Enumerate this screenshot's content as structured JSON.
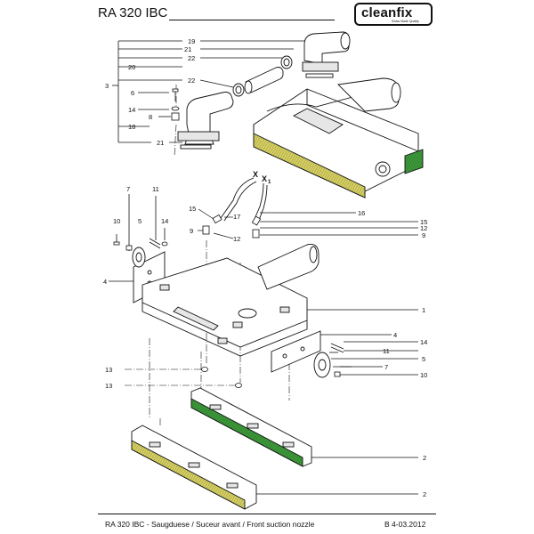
{
  "header": {
    "title": "RA 320 IBC",
    "logo_text": "cleanfix",
    "logo_sub": "Swiss Made Quality"
  },
  "footer": {
    "left": "RA 320 IBC - Saugduese / Suceur avant / Front suction nozzle",
    "right": "B 4-03.2012"
  },
  "callouts": {
    "c19": "19",
    "c21a": "21",
    "c22a": "22",
    "c20": "20",
    "c22b": "22",
    "c3": "3",
    "c6": "6",
    "c14a": "14",
    "c8": "8",
    "c18": "18",
    "c21b": "21",
    "cX": "X",
    "cX1": "X",
    "cX1sub": "1",
    "c7a": "7",
    "c11a": "11",
    "c10a": "10",
    "c5a": "5",
    "c14b": "14",
    "c15a": "15",
    "c17": "17",
    "c16": "16",
    "c15b": "15",
    "c9a": "9",
    "c12a": "12",
    "c12b": "12",
    "c9b": "9",
    "c4a": "4",
    "c1": "1",
    "c4b": "4",
    "c14c": "14",
    "c11b": "11",
    "c5b": "5",
    "c7b": "7",
    "c10b": "10",
    "c13a": "13",
    "c13b": "13",
    "c2a": "2",
    "c2b": "2"
  },
  "colors": {
    "yellow_strip": "#d6d064",
    "green_strip": "#3d9a3a",
    "line": "#111111",
    "shade": "#e6e6e6"
  }
}
